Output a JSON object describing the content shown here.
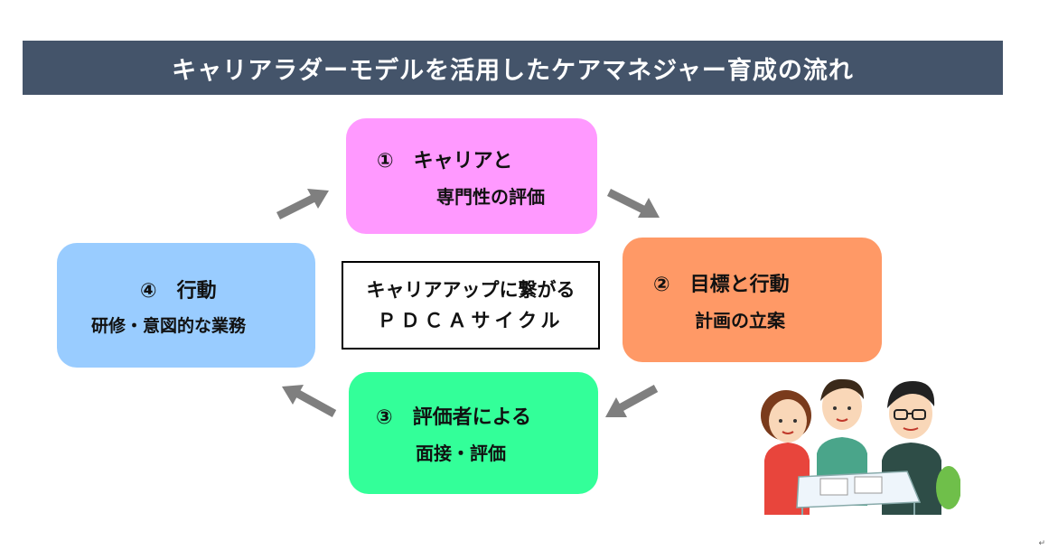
{
  "title": "キャリアラダーモデルを活用したケアマネジャー育成の流れ",
  "steps": [
    {
      "num": "①",
      "line1": "キャリアと",
      "line2": "専門性の評価",
      "color": "#ff99ff"
    },
    {
      "num": "②",
      "line1": "目標と行動",
      "line2": "計画の立案",
      "color": "#ff9966"
    },
    {
      "num": "③",
      "line1": "評価者による",
      "line2": "面接・評価",
      "color": "#33ff99"
    },
    {
      "num": "④",
      "line1": "行動",
      "line2": "研修・意図的な業務",
      "color": "#99ccff"
    }
  ],
  "center": {
    "line1": "キャリアアップに繋がる",
    "line2": "ＰＤＣＡサイクル"
  },
  "header_color": "#44546a",
  "arrow_color": "#7f7f7f",
  "illustration": "three-people-meeting-icon",
  "corner_mark": "↵"
}
